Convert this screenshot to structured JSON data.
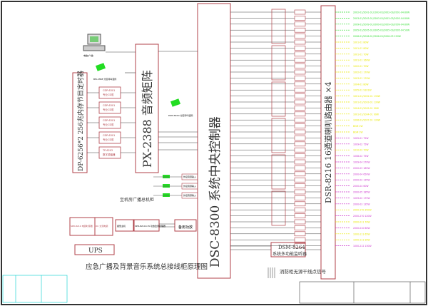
{
  "title": "应急广播及背景音乐系统总接线柜原理图",
  "devices": {
    "pc_label": "电脑(广播)",
    "paging_mic": "BM-2388 分区呼叫话筒",
    "paging_mic2": "DSM-8410 分区呼叫话筒",
    "timer": "DP-6256*2 256兆内存节目定时器",
    "matrix": "PX-2388 音频矩阵",
    "controller": "DSC-8300 系统中央控制器",
    "router": "DSR-8216 16通道喇叭路由器 ×4",
    "monitor_model": "DSM-8264",
    "monitor_name": "系统多功能监听器",
    "cabinet_label": "至机房广播总机柜",
    "fire_signal": "消防柜无源干线点信号",
    "ups": "UPS",
    "sources": [
      {
        "model": "CDP-6301",
        "name": "专业CD机"
      },
      {
        "model": "CDP-6301",
        "name": "专业CD机"
      },
      {
        "model": "CDP-6301",
        "name": "专业CD机"
      },
      {
        "model": "CDP-6301",
        "name": "专业CD机"
      },
      {
        "model": "TP-6202",
        "name": "数字调谐器"
      }
    ],
    "aux_inputs": [
      "外接音源输入",
      "外接音源输入",
      "外接音源输入"
    ],
    "power_seq": "SPD-8210 电源时序器",
    "power_dist": "DC 交流电源",
    "alarm": "报警主机",
    "amp_ctrl": "SPD-8210×15 功放监测管理器",
    "backup_amp": "备用功放"
  },
  "outputs": [
    {
      "label": "2002-01/2001-01/1003-01/2002-03/2001-04 80W",
      "color": "#33dd33"
    },
    {
      "label": "2003-01/2003-01/3003-01/2003-03/2003-04 80W",
      "color": "#33dd33"
    },
    {
      "label": "2009-01/2009-01/3009-01/2009-03/2009-04 80W",
      "color": "#33dd33"
    },
    {
      "label": "2005-01/2005-01/3005-01/2005-03/2005-04 50W",
      "color": "#33dd33"
    },
    {
      "label": "2006-01/2006-01/3006-01/3006-03 150W",
      "color": "#33dd33"
    },
    {
      "label": "1001-01 80W",
      "color": "#e8e800"
    },
    {
      "label": "1001-01 80W",
      "color": "#e8e800"
    },
    {
      "label": "1001-01 70W",
      "color": "#e8e800"
    },
    {
      "label": "1001-01 160W",
      "color": "#e8e800"
    },
    {
      "label": "1002-01 70W",
      "color": "#e8e800"
    },
    {
      "label": "1002-01 170W",
      "color": "#e8e800"
    },
    {
      "label": "1003-01 170W",
      "color": "#e8e800"
    },
    {
      "label": "1004-01 80W",
      "color": "#e8e800"
    },
    {
      "label": "1005-01 9101W",
      "color": "#e8e800"
    },
    {
      "label": "1001-01/1002-01 130W",
      "color": "#e8e800"
    },
    {
      "label": "1001-01/1003-01 130W",
      "color": "#e8e800"
    },
    {
      "label": "1004-01/1005-01 90W",
      "color": "#e8e800"
    },
    {
      "label": "1001-01/1004-01 90W",
      "color": "#e8e800"
    },
    {
      "label": "1006-01/1007-01 130W",
      "color": "#e8e800"
    },
    {
      "label": "BGM 1W",
      "color": "#e8e800"
    },
    {
      "label": "BGM 1W",
      "color": "#e8e800"
    },
    {
      "label": "1005-01 75W",
      "color": "#cc33cc"
    },
    {
      "label": "1009-02 75W",
      "color": "#cc33cc"
    },
    {
      "label": "1010-02 70W",
      "color": "#e8e800"
    },
    {
      "label": "1008-02 75W",
      "color": "#cc33cc"
    },
    {
      "label": "1009-04 270W",
      "color": "#cc33cc"
    },
    {
      "label": "2000-03 185W",
      "color": "#cc33cc"
    },
    {
      "label": "2000-04 650W",
      "color": "#cc33cc"
    },
    {
      "label": "2000-02 135W",
      "color": "#cc33cc"
    },
    {
      "label": "2000-04 60W",
      "color": "#cc33cc"
    },
    {
      "label": "2000-05 185W",
      "color": "#cc33cc"
    },
    {
      "label": "1009-02 175W",
      "color": "#cc33cc"
    },
    {
      "label": "2000-03 135W",
      "color": "#cc33cc"
    },
    {
      "label": "2000-270 350W",
      "color": "#e8e800"
    },
    {
      "label": "2000-270 120W",
      "color": "#cc33cc"
    },
    {
      "label": "2000-011 70W",
      "color": "#e8e800"
    },
    {
      "label": "2000-010 60W",
      "color": "#cc33cc"
    },
    {
      "label": "1000-211 65W",
      "color": "#e8e800"
    },
    {
      "label": "1000-211 90W",
      "color": "#e8e800"
    },
    {
      "label": "1000-212 130W",
      "color": "#cc33cc"
    }
  ],
  "colors": {
    "line": "#b04048",
    "frame": "#333333",
    "legend": "#00cccc"
  }
}
